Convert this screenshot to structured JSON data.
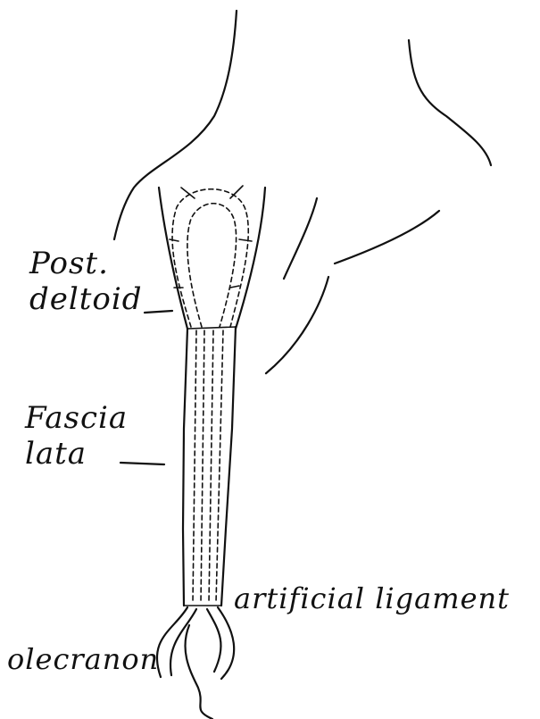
{
  "labels": {
    "post_deltoid_line1": "Post.",
    "post_deltoid_line2": "deltoid",
    "fascia_lata_line1": "Fascia",
    "fascia_lata_line2": "lata",
    "artificial_ligament": "artificial ligament",
    "olecranon": "olecranon"
  },
  "colors": {
    "ink": "#111111",
    "background": "#ffffff"
  }
}
